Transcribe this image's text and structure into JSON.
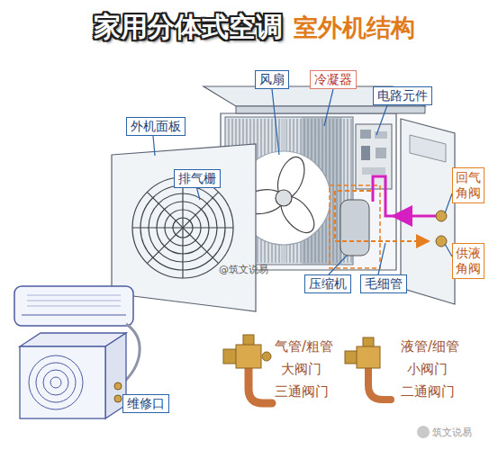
{
  "diagram": {
    "title": "家用分体式空调",
    "nodes": [
      {
        "text": [
          "风扇"
        ]
      },
      {
        "text": [
          "冷凝器"
        ]
      },
      {
        "text": [
          "电路元件"
        ]
      },
      {
        "text": [
          "外机面板"
        ]
      },
      {
        "text": [
          "排气栅"
        ]
      },
      {
        "text": [
          "回气角阀"
        ]
      },
      {
        "text": [
          "供液角阀"
        ]
      },
      {
        "text": [
          "压缩机"
        ]
      },
      {
        "text": [
          "毛细管"
        ]
      },
      {
        "text": [
          "维修口"
        ]
      }
    ],
    "labels": [
      "室外机结构",
      "@筑文说易",
      "气管/粗管",
      "大阀门",
      "三通阀门",
      "液管/细管",
      "小阀门",
      "二通阀门",
      "筑文说易"
    ]
  }
}
